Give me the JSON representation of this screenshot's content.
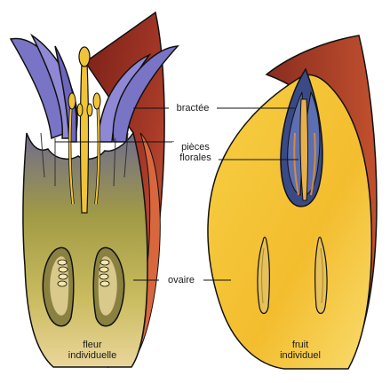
{
  "labels": {
    "bractee": "bractée",
    "pieces_line1": "pièces",
    "pieces_line2": "florales",
    "ovaire": "ovaire",
    "flower_line1": "fleur",
    "flower_line2": "individuelle",
    "fruit_line1": "fruit",
    "fruit_line2": "individuel"
  },
  "colors": {
    "bract_dark": "#8a2a22",
    "bract_orange": "#d0563a",
    "petal_purple": "#7b74c8",
    "petal_purple_dark": "#4f4aa0",
    "stem_yellow": "#f0c43a",
    "ovary_olive": "#a8a23a",
    "ovary_cream": "#e6d28a",
    "fruit_yellow": "#f4c232",
    "fruit_light": "#fbe07a",
    "outline": "#111111"
  }
}
